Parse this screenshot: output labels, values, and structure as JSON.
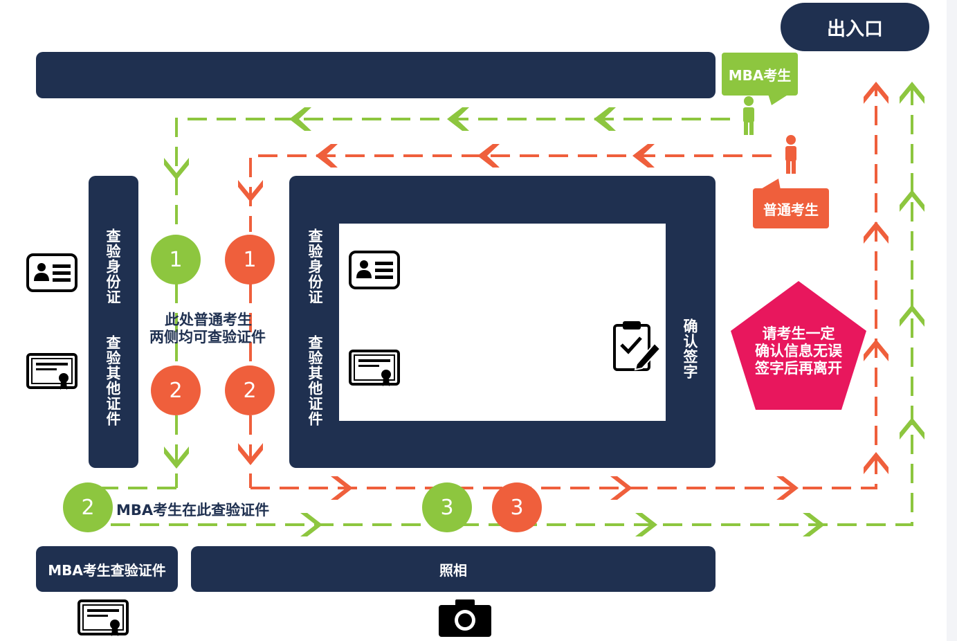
{
  "entrance_label": "出入口",
  "mba_student_tag": "MBA考生",
  "regular_student_tag": "普通考生",
  "left_booth": {
    "line1": "查验身份证",
    "line2": "查验其他证件"
  },
  "center_booth": {
    "line1": "查验身份证",
    "line2": "查验其他证件",
    "confirm": "确认签字"
  },
  "note_both_sides": {
    "line1": "此处普通考生",
    "line2": "两侧均可查验证件"
  },
  "mba_check_here": "MBA考生在此查验证件",
  "mba_check_box": "MBA考生查验证件",
  "photo_label": "照相",
  "warning": {
    "line1": "请考生一定",
    "line2": "确认信息无误",
    "line3": "签字后再离开"
  },
  "steps": {
    "s1": "1",
    "s2": "2",
    "s3": "3"
  },
  "colors": {
    "navy": "#1f3050",
    "green": "#8dc63f",
    "orange": "#ef5f3c",
    "magenta": "#e8175d"
  }
}
